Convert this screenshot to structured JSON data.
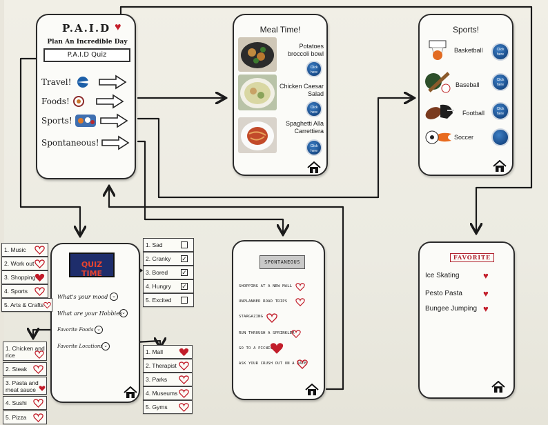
{
  "paid": {
    "title": "P.A.I.D",
    "subtitle": "Plan An Incredible Day",
    "quiz_button": "P.A.I.D Quiz",
    "categories": [
      {
        "label": "Travel!",
        "icon": "plane-globe-icon"
      },
      {
        "label": "Foods!",
        "icon": "plate-icon"
      },
      {
        "label": "Sports!",
        "icon": "sports-collage-icon"
      },
      {
        "label": "Spontaneous!",
        "icon": ""
      }
    ]
  },
  "meal": {
    "title": "Meal Time!",
    "items": [
      {
        "name": "Potatoes broccoli bowl",
        "button": "Click here"
      },
      {
        "name": "Chicken Caesar Salad",
        "button": "Click here"
      },
      {
        "name": "Spaghetti Alla Carrettiera",
        "button": "Click here"
      }
    ]
  },
  "sports": {
    "title": "Sports!",
    "items": [
      {
        "name": "Basketball",
        "button": "Click here"
      },
      {
        "name": "Baseball",
        "button": "Click here"
      },
      {
        "name": "Football",
        "button": "Click here"
      },
      {
        "name": "Soccer",
        "button": ""
      }
    ]
  },
  "quiz": {
    "logo": "QUIZ TIME",
    "questions": [
      "What's your mood",
      "What are your Hobbies",
      "Favorite Foods",
      "Favorite Locations"
    ]
  },
  "hobbies": [
    "1. Music",
    "2. Work out",
    "3. Shopping",
    "4. Sports",
    "5. Arts & Crafts"
  ],
  "moods": [
    {
      "label": "1. Sad",
      "mark": ""
    },
    {
      "label": "2. Cranky",
      "mark": "✓"
    },
    {
      "label": "3. Bored",
      "mark": "✓"
    },
    {
      "label": "4. Hungry",
      "mark": "✓"
    },
    {
      "label": "5. Excited",
      "mark": ""
    }
  ],
  "foods": [
    "1. Chicken and rice",
    "2. Steak",
    "3. Pasta and meat sauce",
    "4. Sushi",
    "5. Pizza"
  ],
  "locations": [
    "1. Mall",
    "2. Therapist",
    "3. Parks",
    "4. Museums",
    "5. Gyms"
  ],
  "spontaneous": {
    "title": "SPONTANEOUS",
    "items": [
      "Shopping at a new mall",
      "Unplanned road trips",
      "Stargazing",
      "Run through a sprinkler",
      "Go to a picnic",
      "Ask your crush out on a date"
    ]
  },
  "favorite": {
    "title": "FAVORITE",
    "items": [
      "Ice Skating",
      "Pesto Pasta",
      "Bungee Jumping"
    ]
  },
  "colors": {
    "heart": "#c5202c",
    "button_blue": "#1b4f8e",
    "ink": "#1b1b1b"
  }
}
